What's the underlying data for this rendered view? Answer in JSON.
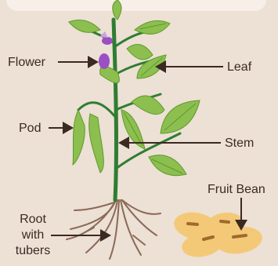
{
  "labels": {
    "flower": "Flower",
    "leaf": "Leaf",
    "pod": "Pod",
    "stem": "Stem",
    "fruit_bean": "Fruit Bean",
    "root": "Root\nwith\ntubers"
  },
  "colors": {
    "background": "#ede0d4",
    "leaf": "#8cbf4f",
    "leaf_vein": "#5e9a2c",
    "stem": "#2f7d32",
    "flower": "#9a4fc4",
    "root": "#8a6a58",
    "bean": "#f3c978",
    "bean_mark": "#a06a2e",
    "arrow": "#3b2a22"
  }
}
